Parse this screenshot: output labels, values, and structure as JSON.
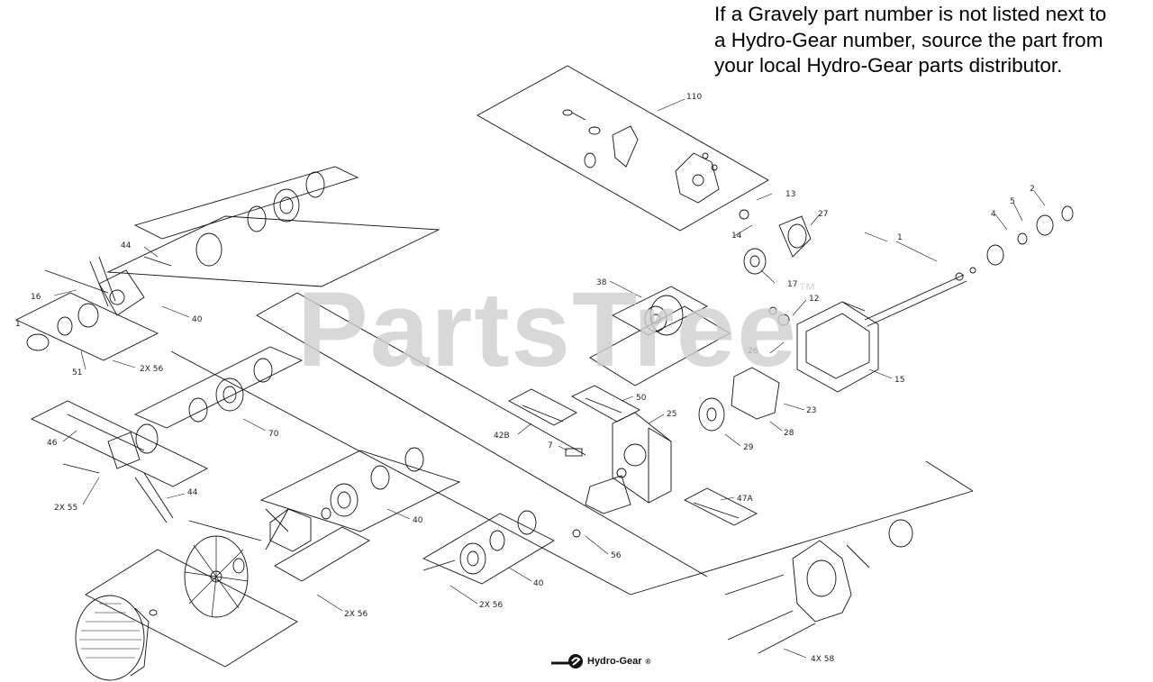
{
  "note": {
    "line1": "If a Gravely part number is not listed next to",
    "line2": "a Hydro-Gear number, source the part from",
    "line3": "your local Hydro-Gear parts distributor."
  },
  "watermark": {
    "text": "PartsTree",
    "tm": "™"
  },
  "logo": {
    "text": "Hydro-Gear",
    "reg": "®"
  },
  "callouts": {
    "c110": "110",
    "c13": "13",
    "c14": "14",
    "c27": "27",
    "c17": "17",
    "c38": "38",
    "c12": "12",
    "c26": "26",
    "c15": "15",
    "c1": "1",
    "c2": "2",
    "c5": "5",
    "c4": "4",
    "c23": "23",
    "c28": "28",
    "c29": "29",
    "c25": "25",
    "c50": "50",
    "c42b": "42B",
    "c7": "7",
    "c47a": "47A",
    "c56": "56",
    "c44a": "44",
    "c16": "16",
    "c40a": "40",
    "c51": "51",
    "c2x56a": "2X 56",
    "c46": "46",
    "c70": "70",
    "c2x55": "2X 55",
    "c44b": "44",
    "c40b": "40",
    "c2x56b": "2X 56",
    "c40c": "40",
    "c2x56c": "2X 56",
    "c4x58": "4X 58",
    "c1b": "1"
  }
}
